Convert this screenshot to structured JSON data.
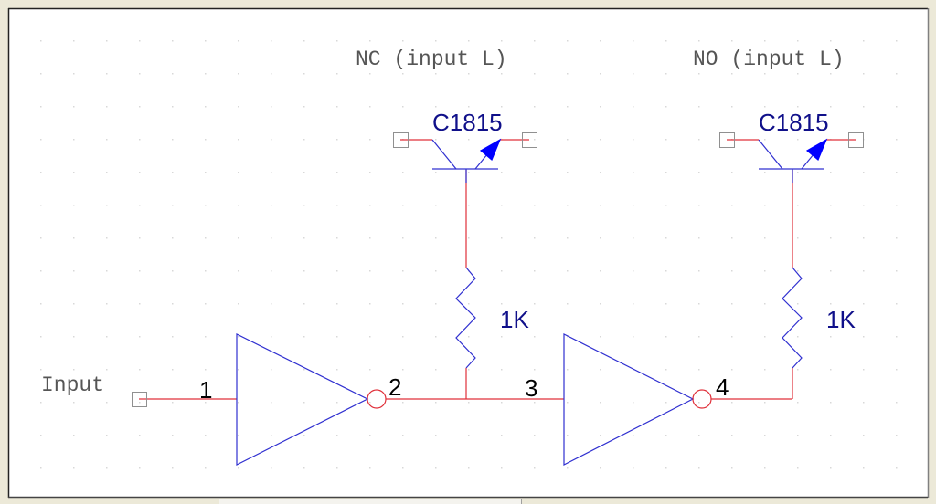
{
  "schematic": {
    "title_nc": "NC (input L)",
    "title_no": "NO (input L)",
    "input_label": "Input",
    "transistors": [
      {
        "part": "C1815",
        "role": "NC"
      },
      {
        "part": "C1815",
        "role": "NO"
      }
    ],
    "resistors": [
      {
        "value": "1K"
      },
      {
        "value": "1K"
      }
    ],
    "nodes": [
      "1",
      "2",
      "3",
      "4"
    ],
    "colors": {
      "wire": "#e0303a",
      "component": "#3030d0",
      "part_label": "#10108a",
      "node_label": "#000000",
      "title_text": "#555555",
      "pin_box": "#909090",
      "grid_dot": "#d8d8d8",
      "arrow_fill": "#0000ff"
    }
  }
}
